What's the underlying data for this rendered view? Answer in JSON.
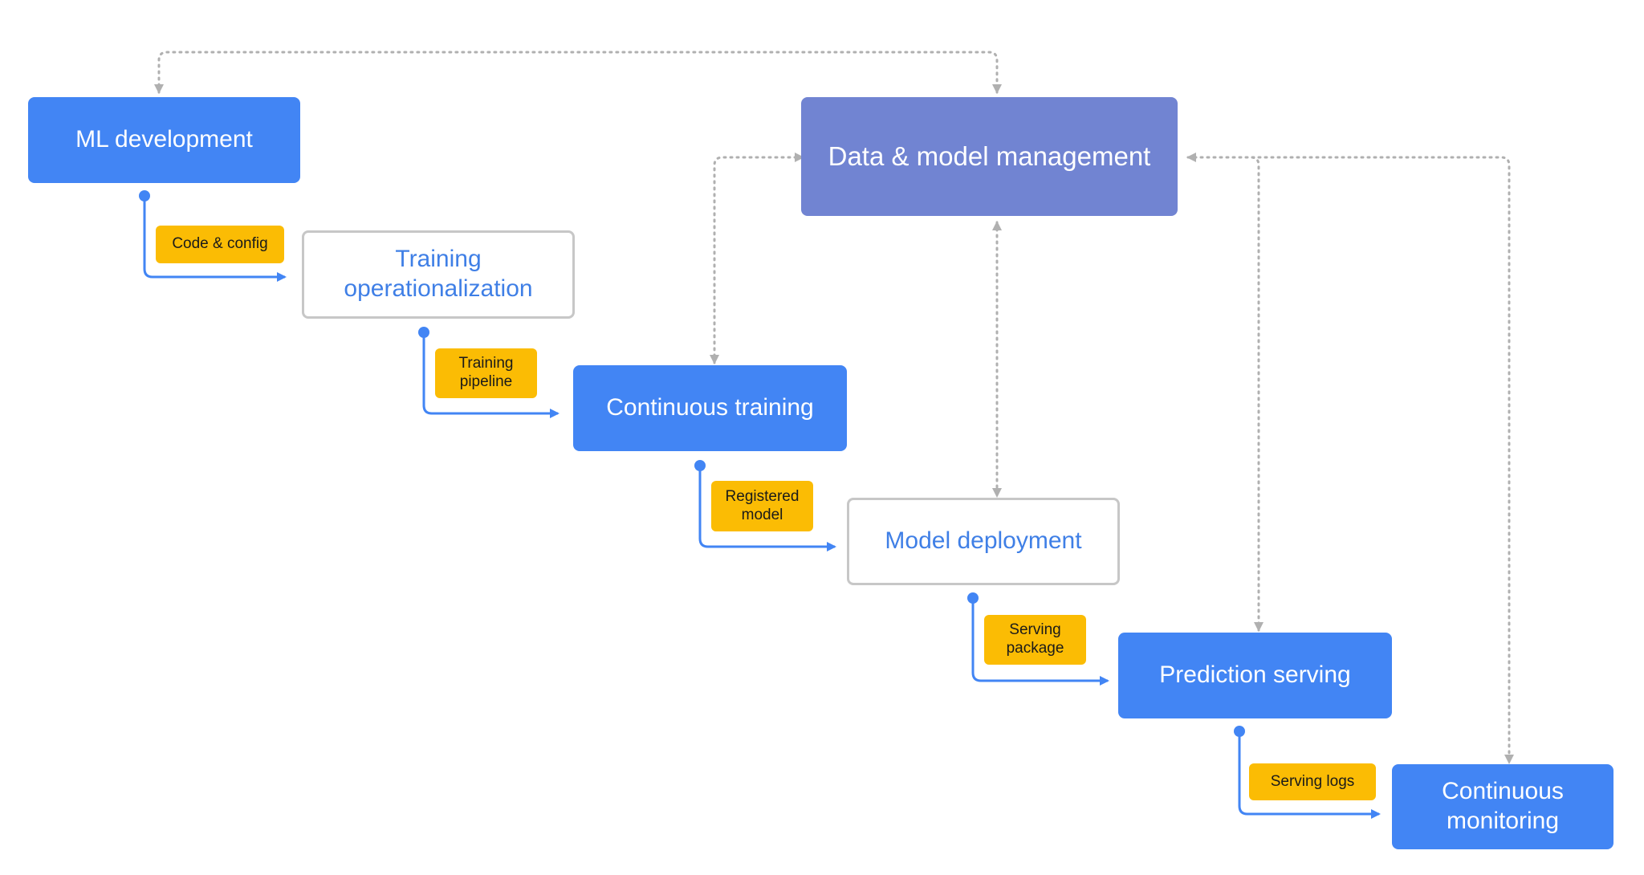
{
  "nodes": {
    "ml_development": "ML development",
    "training_operationalization": "Training operationalization",
    "continuous_training": "Continuous training",
    "model_deployment": "Model deployment",
    "prediction_serving": "Prediction serving",
    "continuous_monitoring": "Continuous monitoring",
    "data_model_management": "Data & model management"
  },
  "artifacts": {
    "code_config": "Code & config",
    "training_pipeline": "Training pipeline",
    "registered_model": "Registered model",
    "serving_package": "Serving package",
    "serving_logs": "Serving logs"
  },
  "colors": {
    "primary": "#4285f4",
    "management": "#7184d2",
    "artifact": "#fbbc04",
    "outline_text": "#3f7fe6",
    "outline_border": "#c7c7c7",
    "dotted_connector": "#b0b0b0"
  }
}
